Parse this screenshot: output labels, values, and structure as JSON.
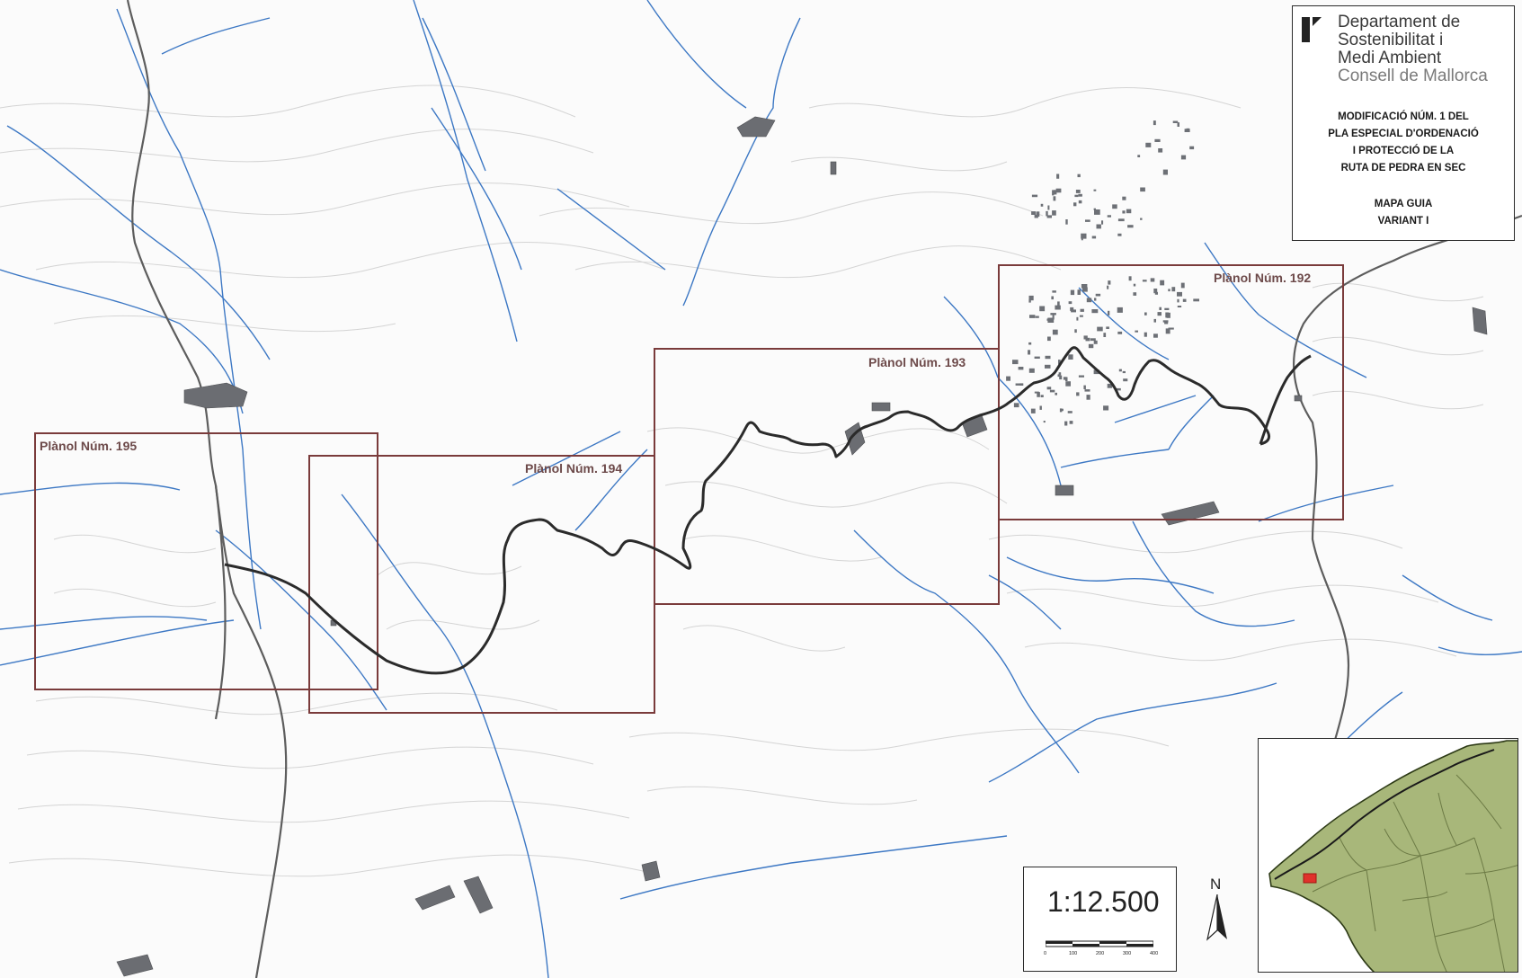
{
  "title_block": {
    "department_lines": [
      "Departament de",
      "Sostenibilitat i",
      "Medi Ambient",
      "Consell de Mallorca"
    ],
    "project_title_lines": [
      "MODIFICACIÓ NÚM. 1 DEL",
      "PLA ESPECIAL D'ORDENACIÓ",
      "I PROTECCIÓ DE LA",
      "RUTA DE PEDRA EN SEC"
    ],
    "map_title_lines": [
      "MAPA GUIA",
      "VARIANT I"
    ]
  },
  "sheets": [
    {
      "id": "195",
      "label": "Plànol Núm. 195"
    },
    {
      "id": "194",
      "label": "Plànol Núm. 194"
    },
    {
      "id": "193",
      "label": "Plànol Núm. 193"
    },
    {
      "id": "192",
      "label": "Plànol Núm. 192"
    }
  ],
  "scale": {
    "ratio": "1:12.500",
    "north": "N",
    "bar_labels": [
      "0",
      "100",
      "200",
      "300",
      "400"
    ]
  },
  "colors": {
    "stream": "#3d78c4",
    "road": "#5d5d5d",
    "route": "#2b2b2b",
    "contour": "#d4d4d4",
    "sheet_frame": "#7a3b3b",
    "building": "#6b6d72",
    "inset_land": "#a8b77a",
    "inset_highlight": "#e0312b",
    "logo": "#222222"
  },
  "inset": {
    "name": "mallorca-locator-map"
  }
}
